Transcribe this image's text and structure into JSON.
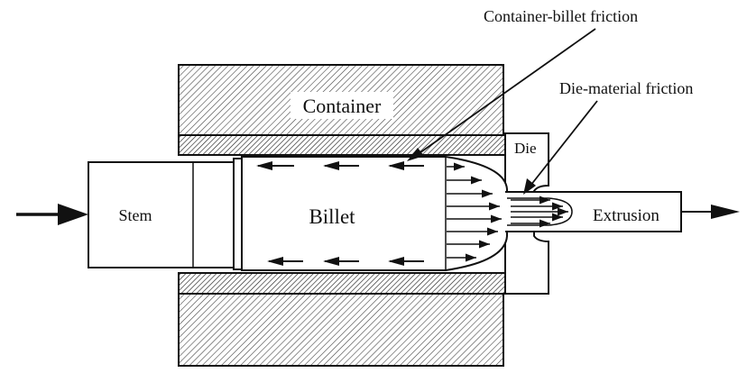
{
  "labels": {
    "container": "Container",
    "die": "Die",
    "stem": "Stem",
    "billet": "Billet",
    "extrusion": "Extrusion",
    "container_billet_friction": "Container-billet friction",
    "die_material_friction": "Die-material friction"
  },
  "colors": {
    "line": "#111111",
    "hatch": "#555555",
    "background": "#ffffff"
  }
}
